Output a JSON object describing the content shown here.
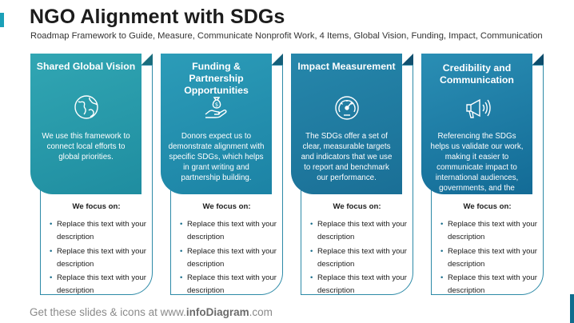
{
  "title": "NGO Alignment with SDGs",
  "subtitle": "Roadmap Framework to Guide, Measure, Communicate Nonprofit Work, 4 Items, Global Vision, Funding, Impact, Communication",
  "cards": [
    {
      "title": "Shared Global Vision",
      "icon": "globe-icon",
      "description": "We use this framework to connect local efforts to global priorities.",
      "focus_label": "We focus on:",
      "items": [
        "Replace this text with your description",
        "Replace this text with your description",
        "Replace this text with your description"
      ]
    },
    {
      "title": "Funding & Partnership Opportunities",
      "icon": "money-bag-hand-icon",
      "description": "Donors expect us to demonstrate alignment with specific SDGs, which helps in grant writing and partnership building.",
      "focus_label": "We focus on:",
      "items": [
        "Replace this text with your description",
        "Replace this text with your description",
        "Replace this text with your description"
      ]
    },
    {
      "title": "Impact Measurement",
      "icon": "gauge-icon",
      "description": "The SDGs offer a set of clear, measurable targets and indicators that we use to report and benchmark our performance.",
      "focus_label": "We focus on:",
      "items": [
        "Replace this text with your description",
        "Replace this text with your description",
        "Replace this text with your description"
      ]
    },
    {
      "title": "Credibility and Communication",
      "icon": "megaphone-icon",
      "description": "Referencing the SDGs helps us validate our work, making it easier to communicate impact to international audiences, governments, and the private sector",
      "focus_label": "We focus on:",
      "items": [
        "Replace this text with your description",
        "Replace this text with your description",
        "Replace this text with your description"
      ]
    }
  ],
  "footer": {
    "prefix": "Get these slides & icons at www.",
    "brand": "infoDiagram",
    "suffix": ".com"
  },
  "colors": {
    "accent": "#1ba0b8",
    "card1": "#2a9cae",
    "card2": "#2590b0",
    "card3": "#1f7ca2",
    "card4": "#1d7ea8"
  }
}
